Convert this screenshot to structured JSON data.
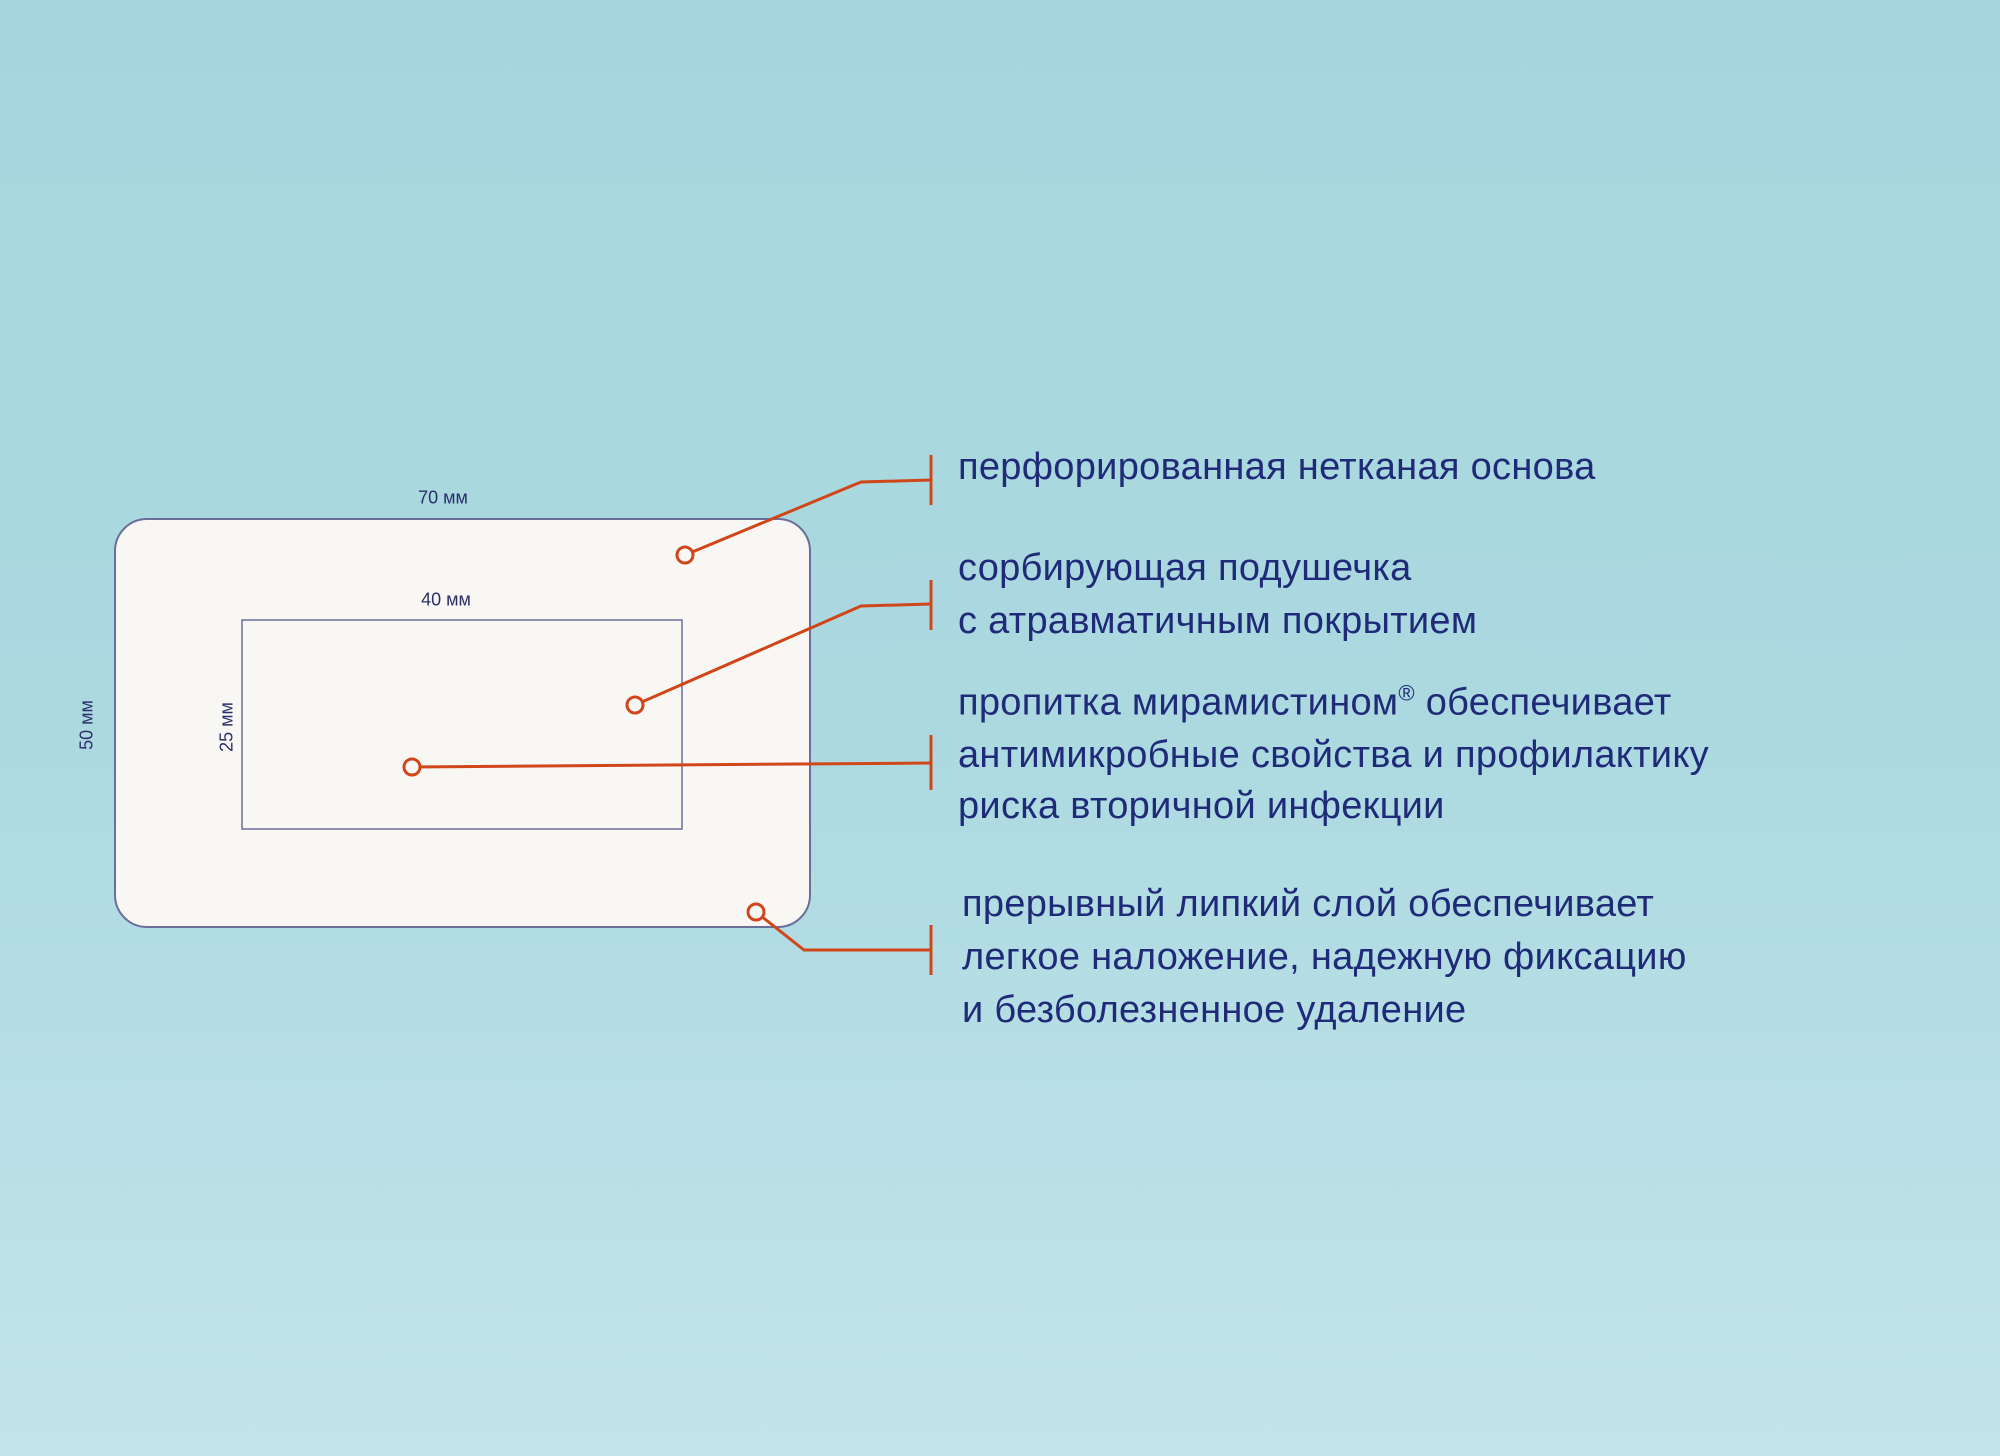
{
  "colors": {
    "text": "#1f2a78",
    "callout": "#d0461a",
    "patch": "#f8f7f4",
    "outline": "#6a6e9a"
  },
  "dimensions": {
    "outer_width": "70 мм",
    "outer_height": "50 мм",
    "pad_width": "40 мм",
    "pad_height": "25 мм"
  },
  "callouts": [
    {
      "lines": [
        "перфорированная нетканая основа"
      ]
    },
    {
      "lines": [
        "сорбирующая   подушечка",
        "с атравматичным покрытием"
      ]
    },
    {
      "lines": [
        "пропитка   мирамистином",
        "антимикробные свойства и профилактику",
        "риска вторичной инфекции"
      ],
      "reg_mark": "®",
      "line1_tail": " обеспечивает"
    },
    {
      "lines": [
        "прерывный  липкий  слой  обеспечивает",
        "легкое наложение, надежную фиксацию",
        "и безболезненное удаление"
      ]
    }
  ]
}
